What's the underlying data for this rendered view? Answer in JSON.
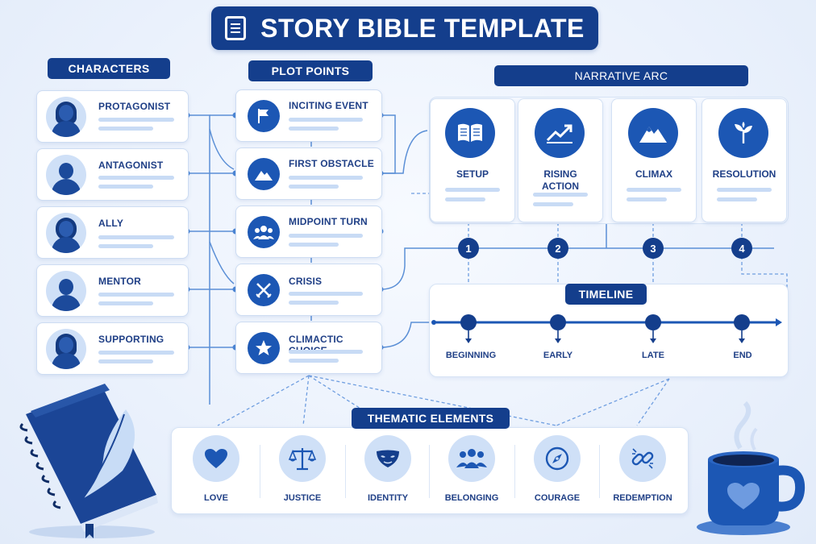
{
  "title": "STORY BIBLE TEMPLATE",
  "sections": {
    "characters": "CHARACTERS",
    "plot_points": "PLOT POINTS",
    "narrative_arc": "NARRATIVE ARC",
    "timeline": "TIMELINE",
    "thematic_elements": "THEMATIC ELEMENTS"
  },
  "characters": [
    "PROTAGONIST",
    "ANTAGONIST",
    "ALLY",
    "MENTOR",
    "SUPPORTING"
  ],
  "plot_points": [
    {
      "label": "INCITING EVENT",
      "icon": "flag-icon"
    },
    {
      "label": "FIRST OBSTACLE",
      "icon": "mountain-icon"
    },
    {
      "label": "MIDPOINT TURN",
      "icon": "group-icon"
    },
    {
      "label": "CRISIS",
      "icon": "crossed-swords-icon"
    },
    {
      "label": "CLIMACTIC CHOICE",
      "icon": "star-icon"
    }
  ],
  "arc_stages": [
    {
      "line1": "SETUP",
      "line2": "",
      "icon": "book-icon"
    },
    {
      "line1": "RISING",
      "line2": "ACTION",
      "icon": "chart-rising-icon"
    },
    {
      "line1": "CLIMAX",
      "line2": "",
      "icon": "peak-icon"
    },
    {
      "line1": "RESOLUTION",
      "line2": "",
      "icon": "sprout-icon"
    }
  ],
  "stage_numbers": [
    "1",
    "2",
    "3",
    "4"
  ],
  "timeline_labels": [
    "BEGINNING",
    "EARLY",
    "LATE",
    "END"
  ],
  "themes": [
    {
      "label": "LOVE",
      "icon": "heart-icon"
    },
    {
      "label": "JUSTICE",
      "icon": "scales-icon"
    },
    {
      "label": "IDENTITY",
      "icon": "mask-icon"
    },
    {
      "label": "BELONGING",
      "icon": "people-icon"
    },
    {
      "label": "COURAGE",
      "icon": "compass-icon"
    },
    {
      "label": "REDEMPTION",
      "icon": "broken-chain-icon"
    }
  ],
  "colors": {
    "primary": "#143e8c",
    "accent": "#1c57b4",
    "light": "#cfe0f7",
    "background": "#eef4fd"
  }
}
